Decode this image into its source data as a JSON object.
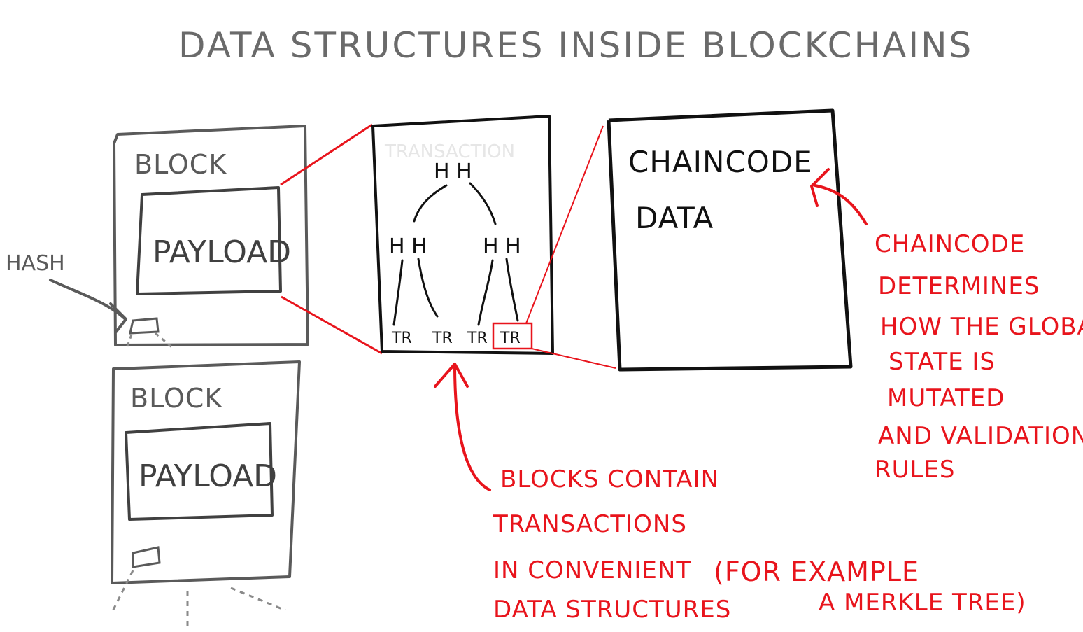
{
  "title": "DATA STRUCTURES INSIDE BLOCKCHAINS",
  "blocks": [
    {
      "label": "BLOCK",
      "payload": "PAYLOAD"
    },
    {
      "label": "BLOCK",
      "payload": "PAYLOAD"
    }
  ],
  "hash_label": "HASH",
  "transaction": {
    "faint_label": "TRANSACTION",
    "hash_nodes": [
      "H H",
      "H H",
      "H H"
    ],
    "leaves": [
      "TR",
      "TR",
      "TR",
      "TR"
    ]
  },
  "chaincode_box": {
    "line1": "CHAINCODE",
    "line2": "DATA"
  },
  "chaincode_note": [
    "CHAINCODE",
    "DETERMINES",
    "HOW THE GLOBAL",
    "STATE IS",
    "MUTATED",
    "AND VALIDATION",
    "RULES"
  ],
  "blocks_note": [
    "BLOCKS CONTAIN",
    "TRANSACTIONS",
    "IN CONVENIENT",
    "DATA STRUCTURES"
  ],
  "example_note": [
    "(FOR EXAMPLE",
    "A MERKLE TREE)"
  ],
  "colors": {
    "ink": "#111111",
    "grey": "#5a5a5a",
    "red": "#e8141c"
  }
}
